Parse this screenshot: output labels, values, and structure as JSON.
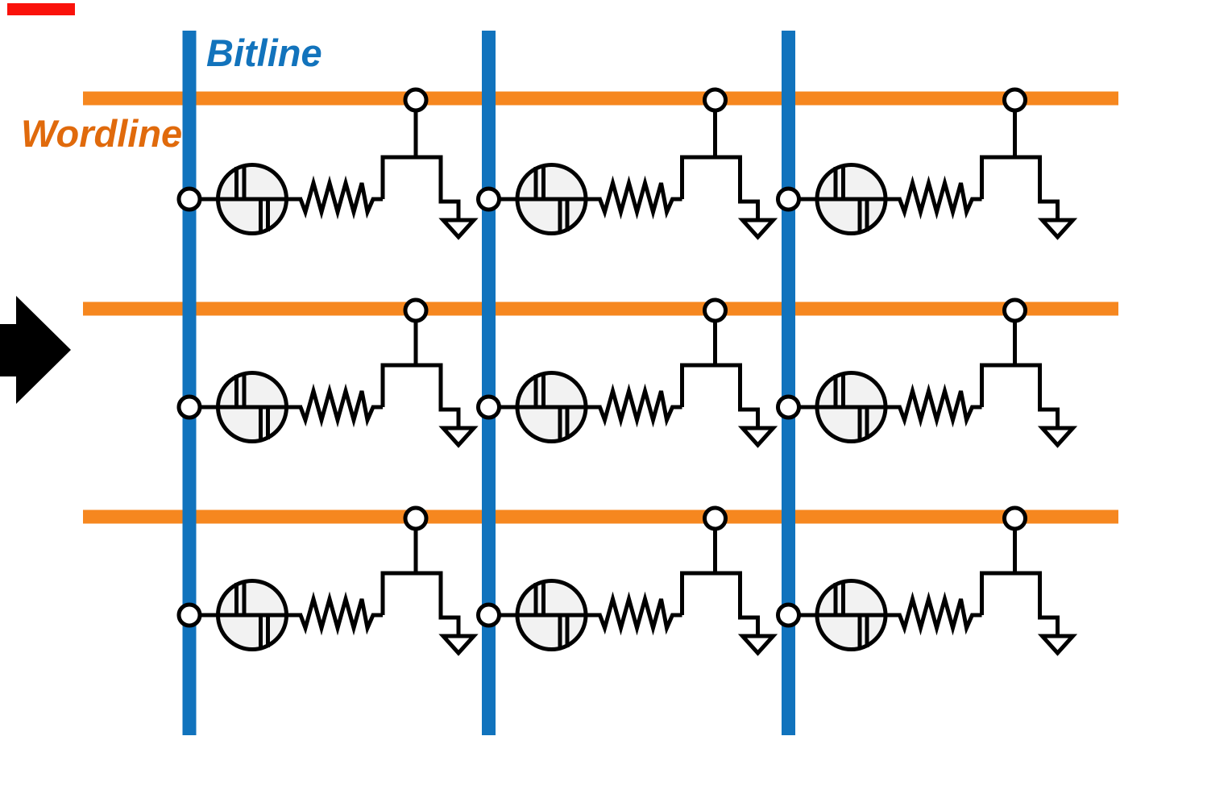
{
  "labels": {
    "bitline": "Bitline",
    "wordline": "Wordline"
  },
  "colors": {
    "bitline_line": "#1173BD",
    "wordline_line": "#F6871F",
    "bitline_label": "#1273BC",
    "wordline_label": "#E06A0C",
    "circuit_stroke": "#000000",
    "device_fill": "#F2F2F2",
    "node_fill": "#FFFFFF",
    "arrow_fill": "#000000",
    "red_marker": "#FA120B",
    "background": "#FFFFFF"
  },
  "grid": {
    "rows": 3,
    "cols": 3,
    "cell_components": [
      "bitline-terminal-node",
      "memristor-device-icon",
      "resistor-icon",
      "access-transistor",
      "wordline-gate-node",
      "ground-icon"
    ]
  }
}
